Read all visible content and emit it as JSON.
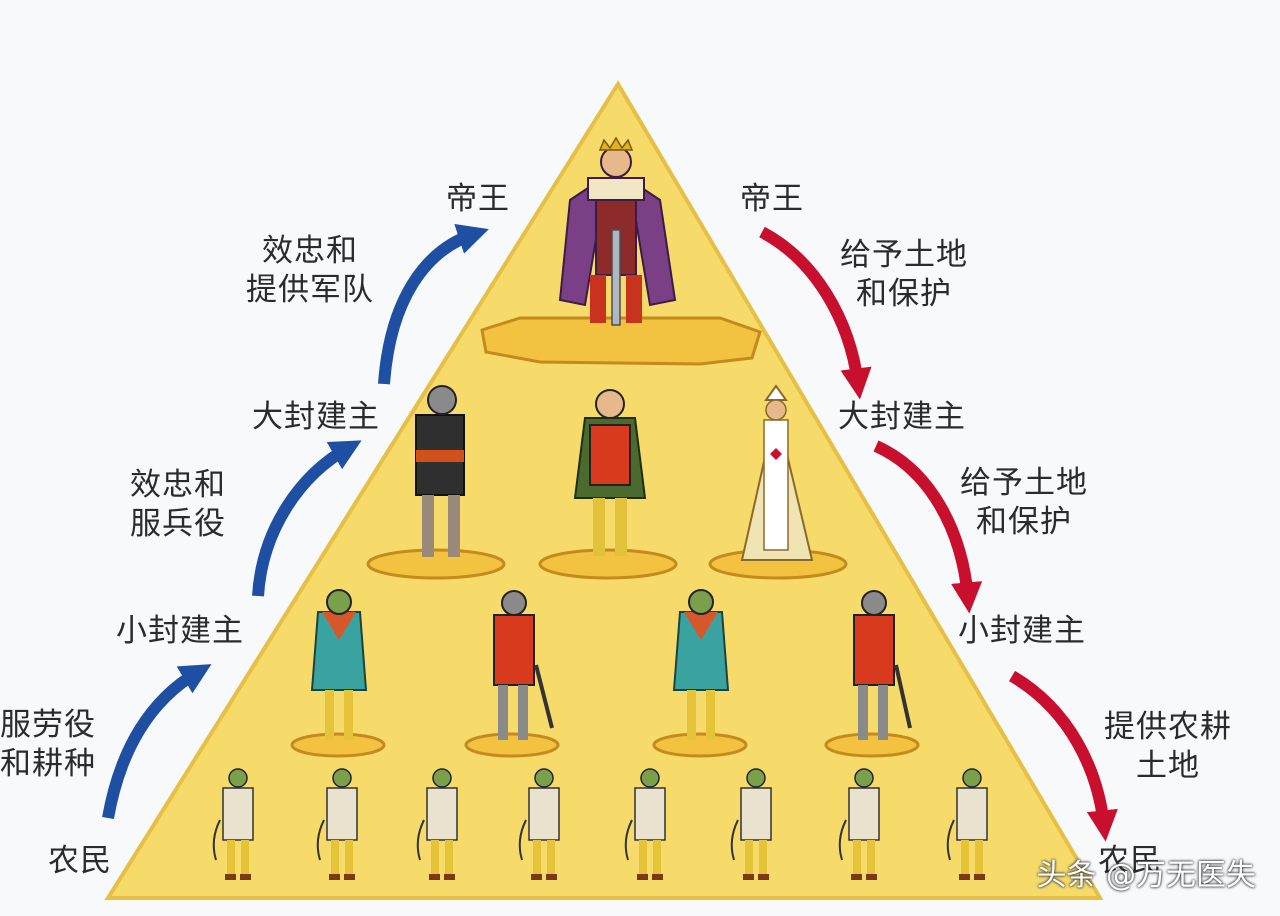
{
  "left": {
    "levels": {
      "king": "帝王",
      "great_lord": "大封建主",
      "small_lord": "小封建主",
      "peasant": "农民"
    },
    "duties": {
      "top": [
        "效忠和",
        "提供军队"
      ],
      "middle": [
        "效忠和",
        "服兵役"
      ],
      "bottom": [
        "服劳役",
        "和耕种"
      ]
    }
  },
  "right": {
    "levels": {
      "king": "帝王",
      "great_lord": "大封建主",
      "small_lord": "小封建主",
      "peasant": "农民"
    },
    "grants": {
      "top": [
        "给予土地",
        "和保护"
      ],
      "middle": [
        "给予土地",
        "和保护"
      ],
      "bottom": [
        "提供农耕",
        "土地"
      ]
    }
  },
  "watermark": "头条 @万无医失",
  "colors": {
    "pyramid": "#f6db6a",
    "pyramid_edge": "#e7bf45",
    "up_arrow": "#1f4fa3",
    "down_arrow": "#c8102e"
  }
}
